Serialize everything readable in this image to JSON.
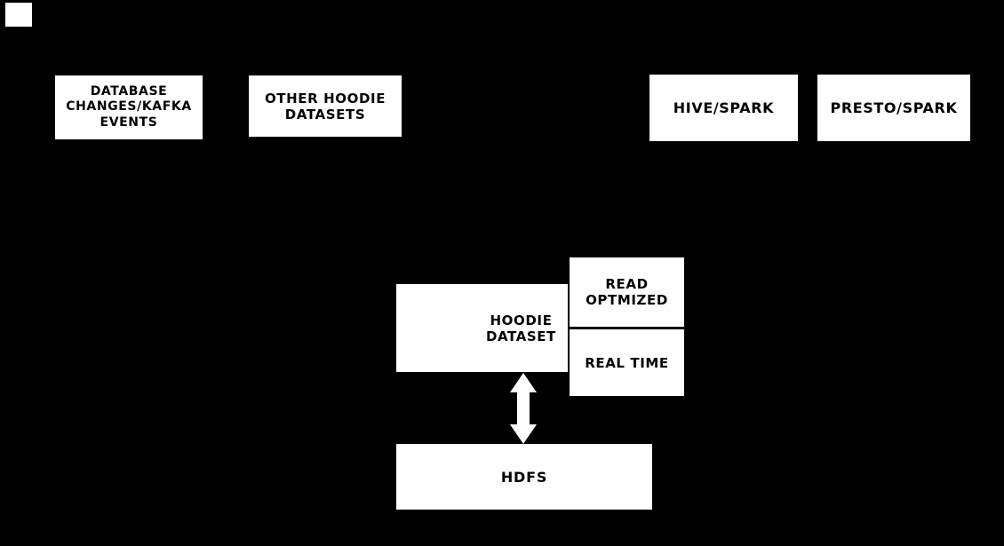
{
  "diagram": {
    "type": "architecture-diagram",
    "topic": "Hoodie dataset storage and query architecture",
    "colors": {
      "background": "#000000",
      "node_fill": "#ffffff",
      "node_text": "#000000",
      "arrow_fill": "#ffffff",
      "divider": "#000000"
    },
    "nodes": {
      "database_changes": {
        "lines": [
          "DATABASE",
          "CHANGES/KAFKA",
          "EVENTS"
        ]
      },
      "other_datasets": {
        "lines": [
          "OTHER HOODIE",
          "DATASETS"
        ]
      },
      "hive_spark": {
        "label": "HIVE/SPARK"
      },
      "presto_spark": {
        "label": "PRESTO/SPARK"
      },
      "hoodie_dataset": {
        "lines": [
          "HOODIE",
          "DATASET"
        ]
      },
      "read_optimized": {
        "lines": [
          "READ",
          "OPTMIZED"
        ]
      },
      "real_time": {
        "label": "REAL TIME"
      },
      "hdfs": {
        "label": "HDFS"
      }
    },
    "connectors": [
      {
        "name": "hoodie-hdfs-arrow",
        "kind": "vertical-double-headed-arrow",
        "from": "hoodie_dataset",
        "to": "hdfs"
      }
    ]
  }
}
